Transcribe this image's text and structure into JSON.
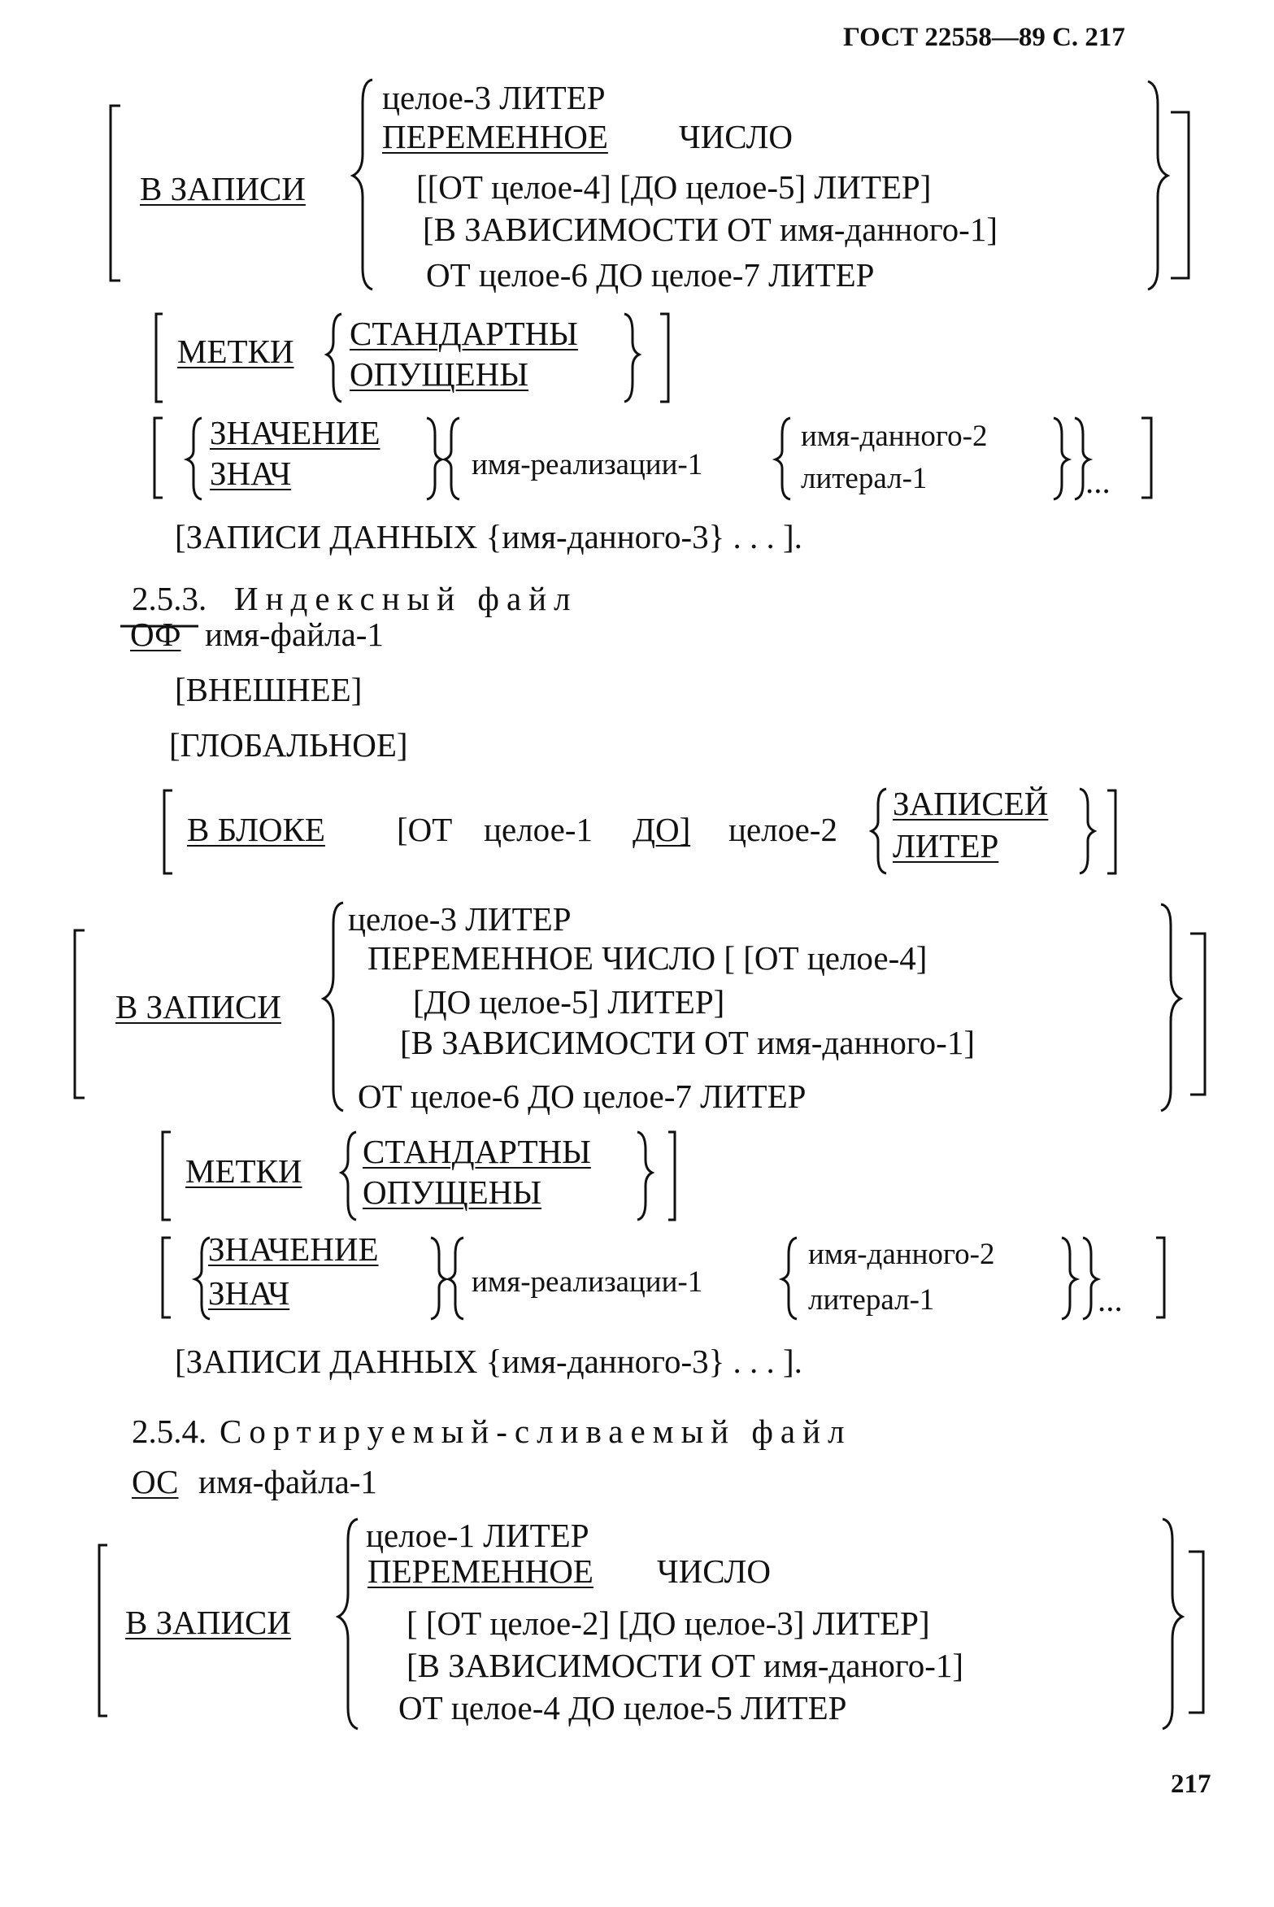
{
  "header": "ГОСТ 22558—89 С. 217",
  "page_number": "217",
  "block1": {
    "keyword": "В ЗАПИСИ",
    "opt1": "целое-3 ЛИТЕР",
    "opt2a": "ПЕРЕМЕННОЕ",
    "opt2b": "ЧИСЛО",
    "opt3": "[[ОТ целое-4]  [ДО целое-5]  ЛИТЕР]",
    "opt4": "[В ЗАВИСИМОСТИ ОТ имя-данного-1]",
    "opt5": "ОТ целое-6 ДО целое-7 ЛИТЕР",
    "labels_kw": "МЕТКИ",
    "labels_std": "СТАНДАРТНЫ",
    "labels_omit": "ОПУЩЕНЫ",
    "value_kw1": "ЗНАЧЕНИЕ",
    "value_kw2": "ЗНАЧ",
    "impl_name": "имя-реализации-1",
    "data_name": "имя-данного-2",
    "literal": "литерал-1",
    "ellipsis": "...",
    "data_records": "[ЗАПИСИ ДАННЫХ {имя-данного-3} . . . ]."
  },
  "section_253": {
    "heading_num": "2.5.3.",
    "heading_text": "Индексный файл",
    "fd_kw": "ОФ",
    "fd_name": "имя-файла-1",
    "external": "[ВНЕШНЕЕ]",
    "global": "[ГЛОБАЛЬНОЕ]",
    "block_kw": "В БЛОКЕ",
    "block_from": "[ОТ",
    "block_int1": "целое-1",
    "block_to": "ДО]",
    "block_int2": "целое-2",
    "block_records": "ЗАПИСЕЙ",
    "block_chars": "ЛИТЕР",
    "rec_kw": "В ЗАПИСИ",
    "rec_opt1": "целое-3 ЛИТЕР",
    "rec_opt2": "ПЕРЕМЕННОЕ ЧИСЛО [ [ОТ целое-4]",
    "rec_opt3": "[ДО целое-5] ЛИТЕР]",
    "rec_opt4": "[В ЗАВИСИМОСТИ ОТ имя-данного-1]",
    "rec_opt5": "ОТ целое-6 ДО целое-7 ЛИТЕР",
    "labels_kw": "МЕТКИ",
    "labels_std": "СТАНДАРТНЫ",
    "labels_omit": "ОПУЩЕНЫ",
    "value_kw1": "ЗНАЧЕНИЕ",
    "value_kw2": "ЗНАЧ",
    "impl_name": "имя-реализации-1",
    "data_name": "имя-данного-2",
    "literal": "литерал-1",
    "ellipsis": "...",
    "data_records": "[ЗАПИСИ ДАННЫХ {имя-данного-3} . . . ]."
  },
  "section_254": {
    "heading_num": "2.5.4.",
    "heading_text": "Сортируемый-сливаемый файл",
    "sd_kw": "ОС",
    "sd_name": "имя-файла-1",
    "rec_kw": "В ЗАПИСИ",
    "rec_opt1": "целое-1 ЛИТЕР",
    "rec_opt2a": "ПЕРЕМЕННОЕ",
    "rec_opt2b": "ЧИСЛО",
    "rec_opt3": "[ [ОТ целое-2]  [ДО целое-3]  ЛИТЕР]",
    "rec_opt4": "[В ЗАВИСИМОСТИ ОТ имя-даного-1]",
    "rec_opt5": "ОТ целое-4 ДО целое-5 ЛИТЕР"
  }
}
